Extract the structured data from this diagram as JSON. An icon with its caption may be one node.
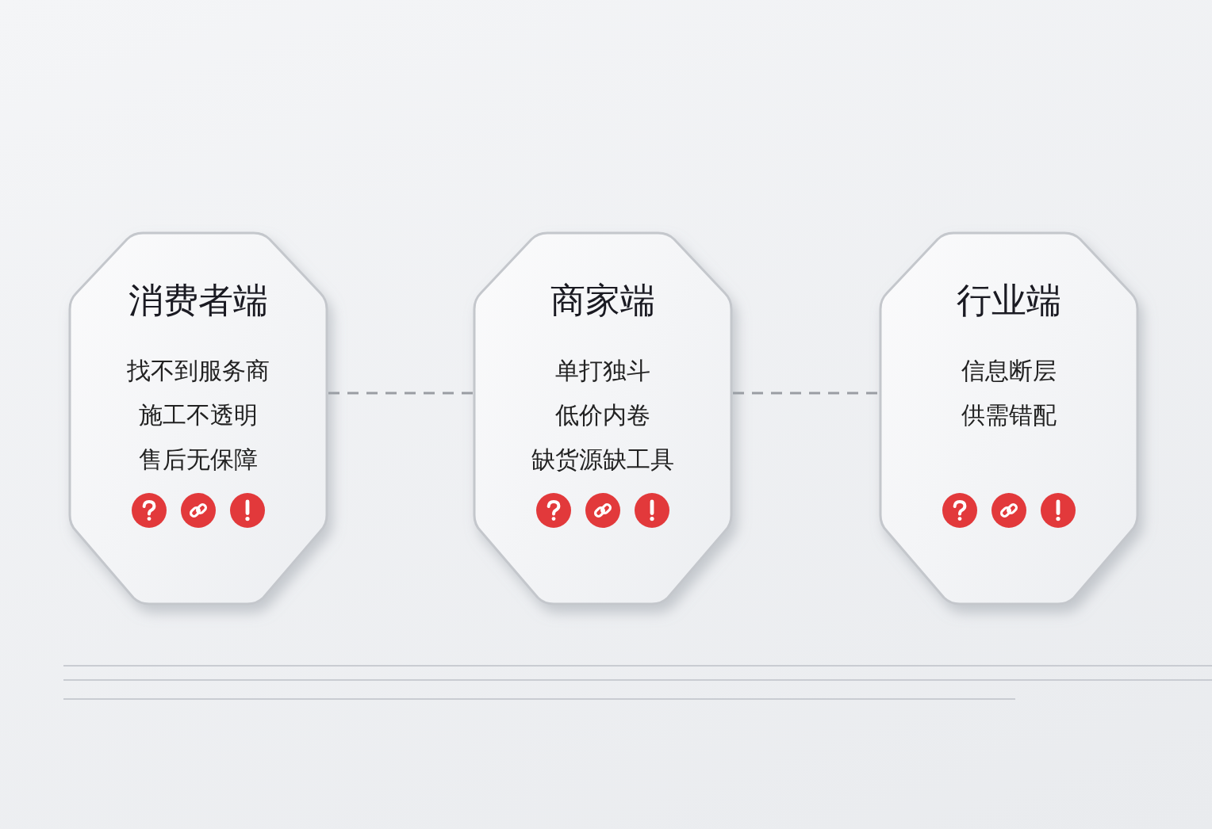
{
  "diagram": {
    "nodes": [
      {
        "text": [
          "消费者端",
          "找不到服务商",
          "施工不透明",
          "售后无保障"
        ]
      },
      {
        "text": [
          "商家端",
          "单打独斗",
          "低价内卷",
          "缺货源缺工具"
        ]
      },
      {
        "text": [
          "行业端",
          "信息断层",
          "供需错配"
        ]
      }
    ],
    "edges": [
      {
        "from": 0,
        "to": 1,
        "arrow": "none",
        "style": "dashed"
      },
      {
        "from": 1,
        "to": 2,
        "arrow": "none",
        "style": "dashed"
      }
    ]
  }
}
